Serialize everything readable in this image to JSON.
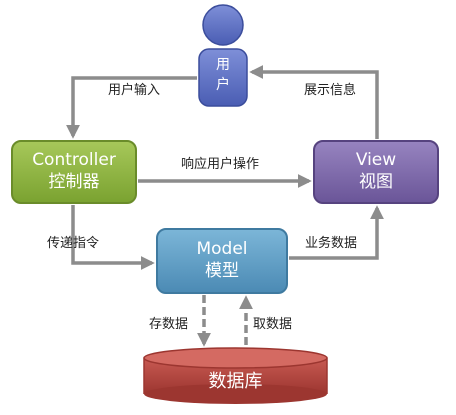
{
  "colors": {
    "user_fill": "#5b6fc4",
    "controller_fill": "#8db33e",
    "view_fill": "#7a64a8",
    "model_fill": "#5b9dc4",
    "db_fill": "#b8443e",
    "arrow": "#8c8c8c"
  },
  "nodes": {
    "user": {
      "label": "用户"
    },
    "controller": {
      "name": "Controller",
      "label": "控制器"
    },
    "view": {
      "name": "View",
      "label": "视图"
    },
    "model": {
      "name": "Model",
      "label": "模型"
    },
    "database": {
      "label": "数据库"
    }
  },
  "edges": {
    "user_input": "用户输入",
    "show_info": "展示信息",
    "respond_action": "响应用户操作",
    "pass_command": "传递指令",
    "business_data": "业务数据",
    "store_data": "存数据",
    "fetch_data": "取数据"
  }
}
